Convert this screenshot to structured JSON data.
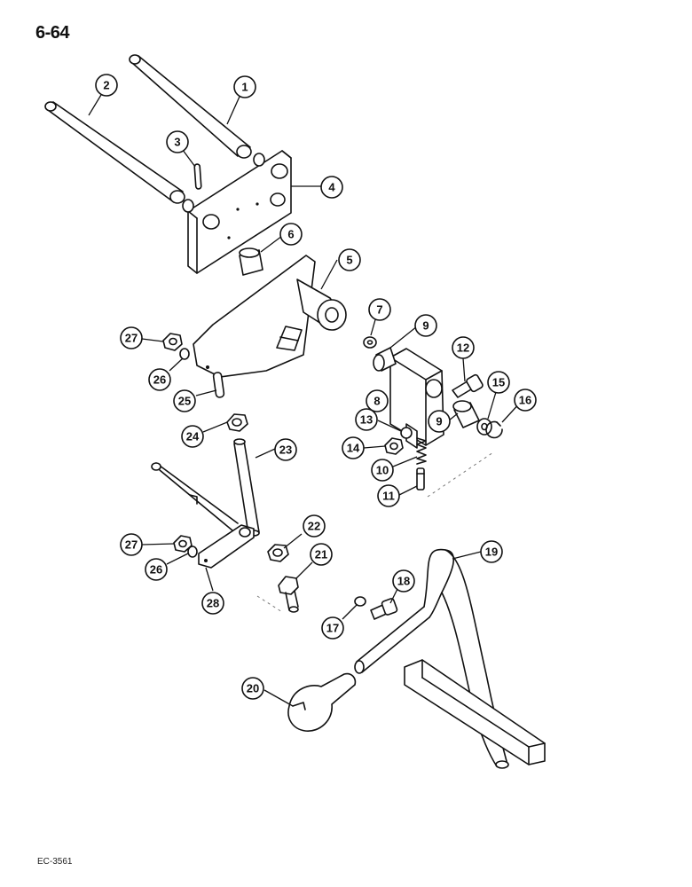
{
  "page_number": "6-64",
  "figure_code": "EC-3561",
  "callouts": [
    {
      "id": "c1",
      "label": "1"
    },
    {
      "id": "c2",
      "label": "2"
    },
    {
      "id": "c3",
      "label": "3"
    },
    {
      "id": "c4",
      "label": "4"
    },
    {
      "id": "c5",
      "label": "5"
    },
    {
      "id": "c6",
      "label": "6"
    },
    {
      "id": "c7",
      "label": "7"
    },
    {
      "id": "c8",
      "label": "8"
    },
    {
      "id": "c9a",
      "label": "9"
    },
    {
      "id": "c9b",
      "label": "9"
    },
    {
      "id": "c10",
      "label": "10"
    },
    {
      "id": "c11",
      "label": "11"
    },
    {
      "id": "c12",
      "label": "12"
    },
    {
      "id": "c13",
      "label": "13"
    },
    {
      "id": "c14",
      "label": "14"
    },
    {
      "id": "c15",
      "label": "15"
    },
    {
      "id": "c16",
      "label": "16"
    },
    {
      "id": "c17",
      "label": "17"
    },
    {
      "id": "c18",
      "label": "18"
    },
    {
      "id": "c19",
      "label": "19"
    },
    {
      "id": "c20",
      "label": "20"
    },
    {
      "id": "c21",
      "label": "21"
    },
    {
      "id": "c22",
      "label": "22"
    },
    {
      "id": "c23",
      "label": "23"
    },
    {
      "id": "c24",
      "label": "24"
    },
    {
      "id": "c25",
      "label": "25"
    },
    {
      "id": "c26a",
      "label": "26"
    },
    {
      "id": "c26b",
      "label": "26"
    },
    {
      "id": "c27a",
      "label": "27"
    },
    {
      "id": "c27b",
      "label": "27"
    },
    {
      "id": "c28",
      "label": "28"
    }
  ]
}
